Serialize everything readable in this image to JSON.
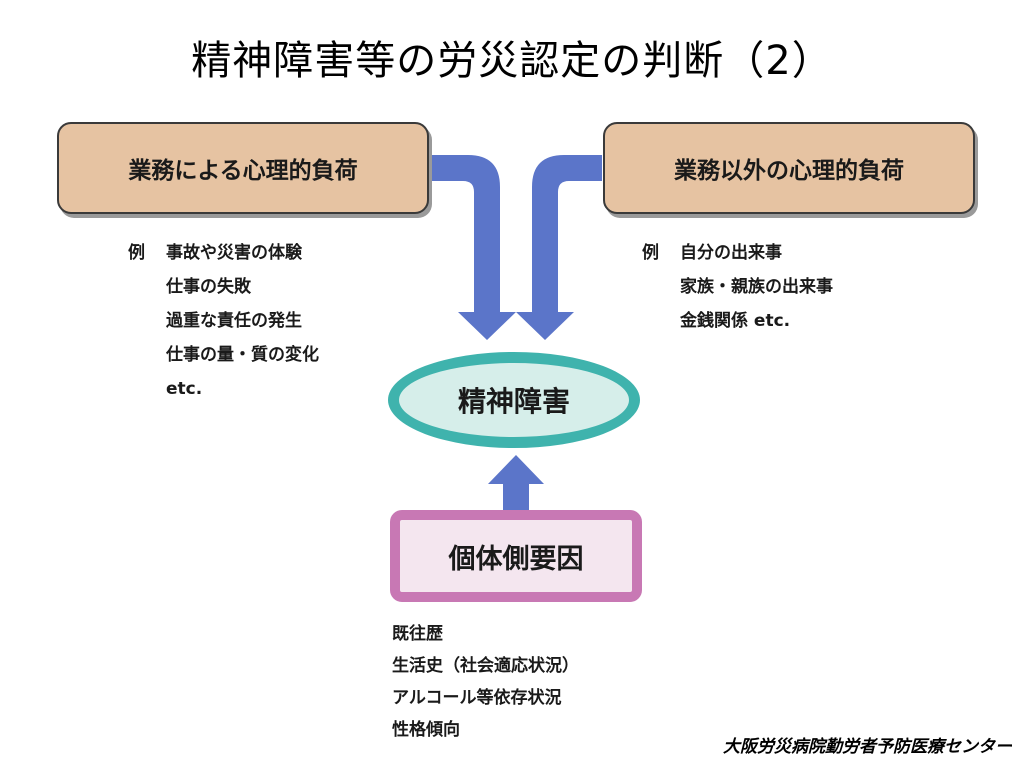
{
  "title": "精神障害等の労災認定の判断（2）",
  "work_stress": {
    "label": "業務による心理的負荷",
    "example_prefix": "例",
    "examples": [
      "事故や災害の体験",
      "仕事の失敗",
      "過重な責任の発生",
      "仕事の量・質の変化",
      "etc."
    ]
  },
  "nonwork_stress": {
    "label": "業務以外の心理的負荷",
    "example_prefix": "例",
    "examples": [
      "自分の出来事",
      "家族・親族の出来事",
      "金銭関係 etc."
    ]
  },
  "center": {
    "label": "精神障害"
  },
  "individual": {
    "label": "個体側要因",
    "factors": [
      "既往歴",
      "生活史（社会適応状況）",
      "アルコール等依存状況",
      "性格傾向"
    ]
  },
  "footer": "大阪労災病院勤労者予防医療センター",
  "colors": {
    "stress_box_fill": "#e6c3a2",
    "individual_border": "#c878b4",
    "ellipse_border": "#3fb3ad",
    "arrow": "#5b75c9"
  }
}
